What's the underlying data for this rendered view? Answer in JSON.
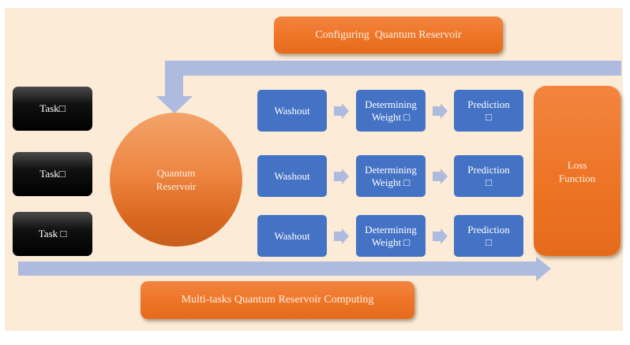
{
  "diagram": {
    "title_box": "Configuring  Quantum Reservoir",
    "bottom_box": "Multi-tasks Quantum Reservoir Computing",
    "reservoir": {
      "line1": "Quantum",
      "line2": "Reservoir"
    },
    "loss": {
      "line1": "Loss",
      "line2": "Function"
    },
    "tasks": [
      "Task□",
      "Task□",
      "Task □"
    ],
    "rows": [
      {
        "washout": "Washout",
        "weight_line1": "Determining",
        "weight_line2": "Weight □",
        "pred_line1": "Prediction",
        "pred_line2": "□"
      },
      {
        "washout": "Washout",
        "weight_line1": "Determining",
        "weight_line2": "Weight □",
        "pred_line1": "Prediction",
        "pred_line2": "□"
      },
      {
        "washout": "Washout",
        "weight_line1": "Determining",
        "weight_line2": "Weight □",
        "pred_line1": "Prediction",
        "pred_line2": "□"
      }
    ],
    "colors": {
      "background": "#fbebd7",
      "arrow": "#aebbdf",
      "orange": "#ee7426",
      "blue": "#4472c4",
      "task": "#000000"
    }
  }
}
